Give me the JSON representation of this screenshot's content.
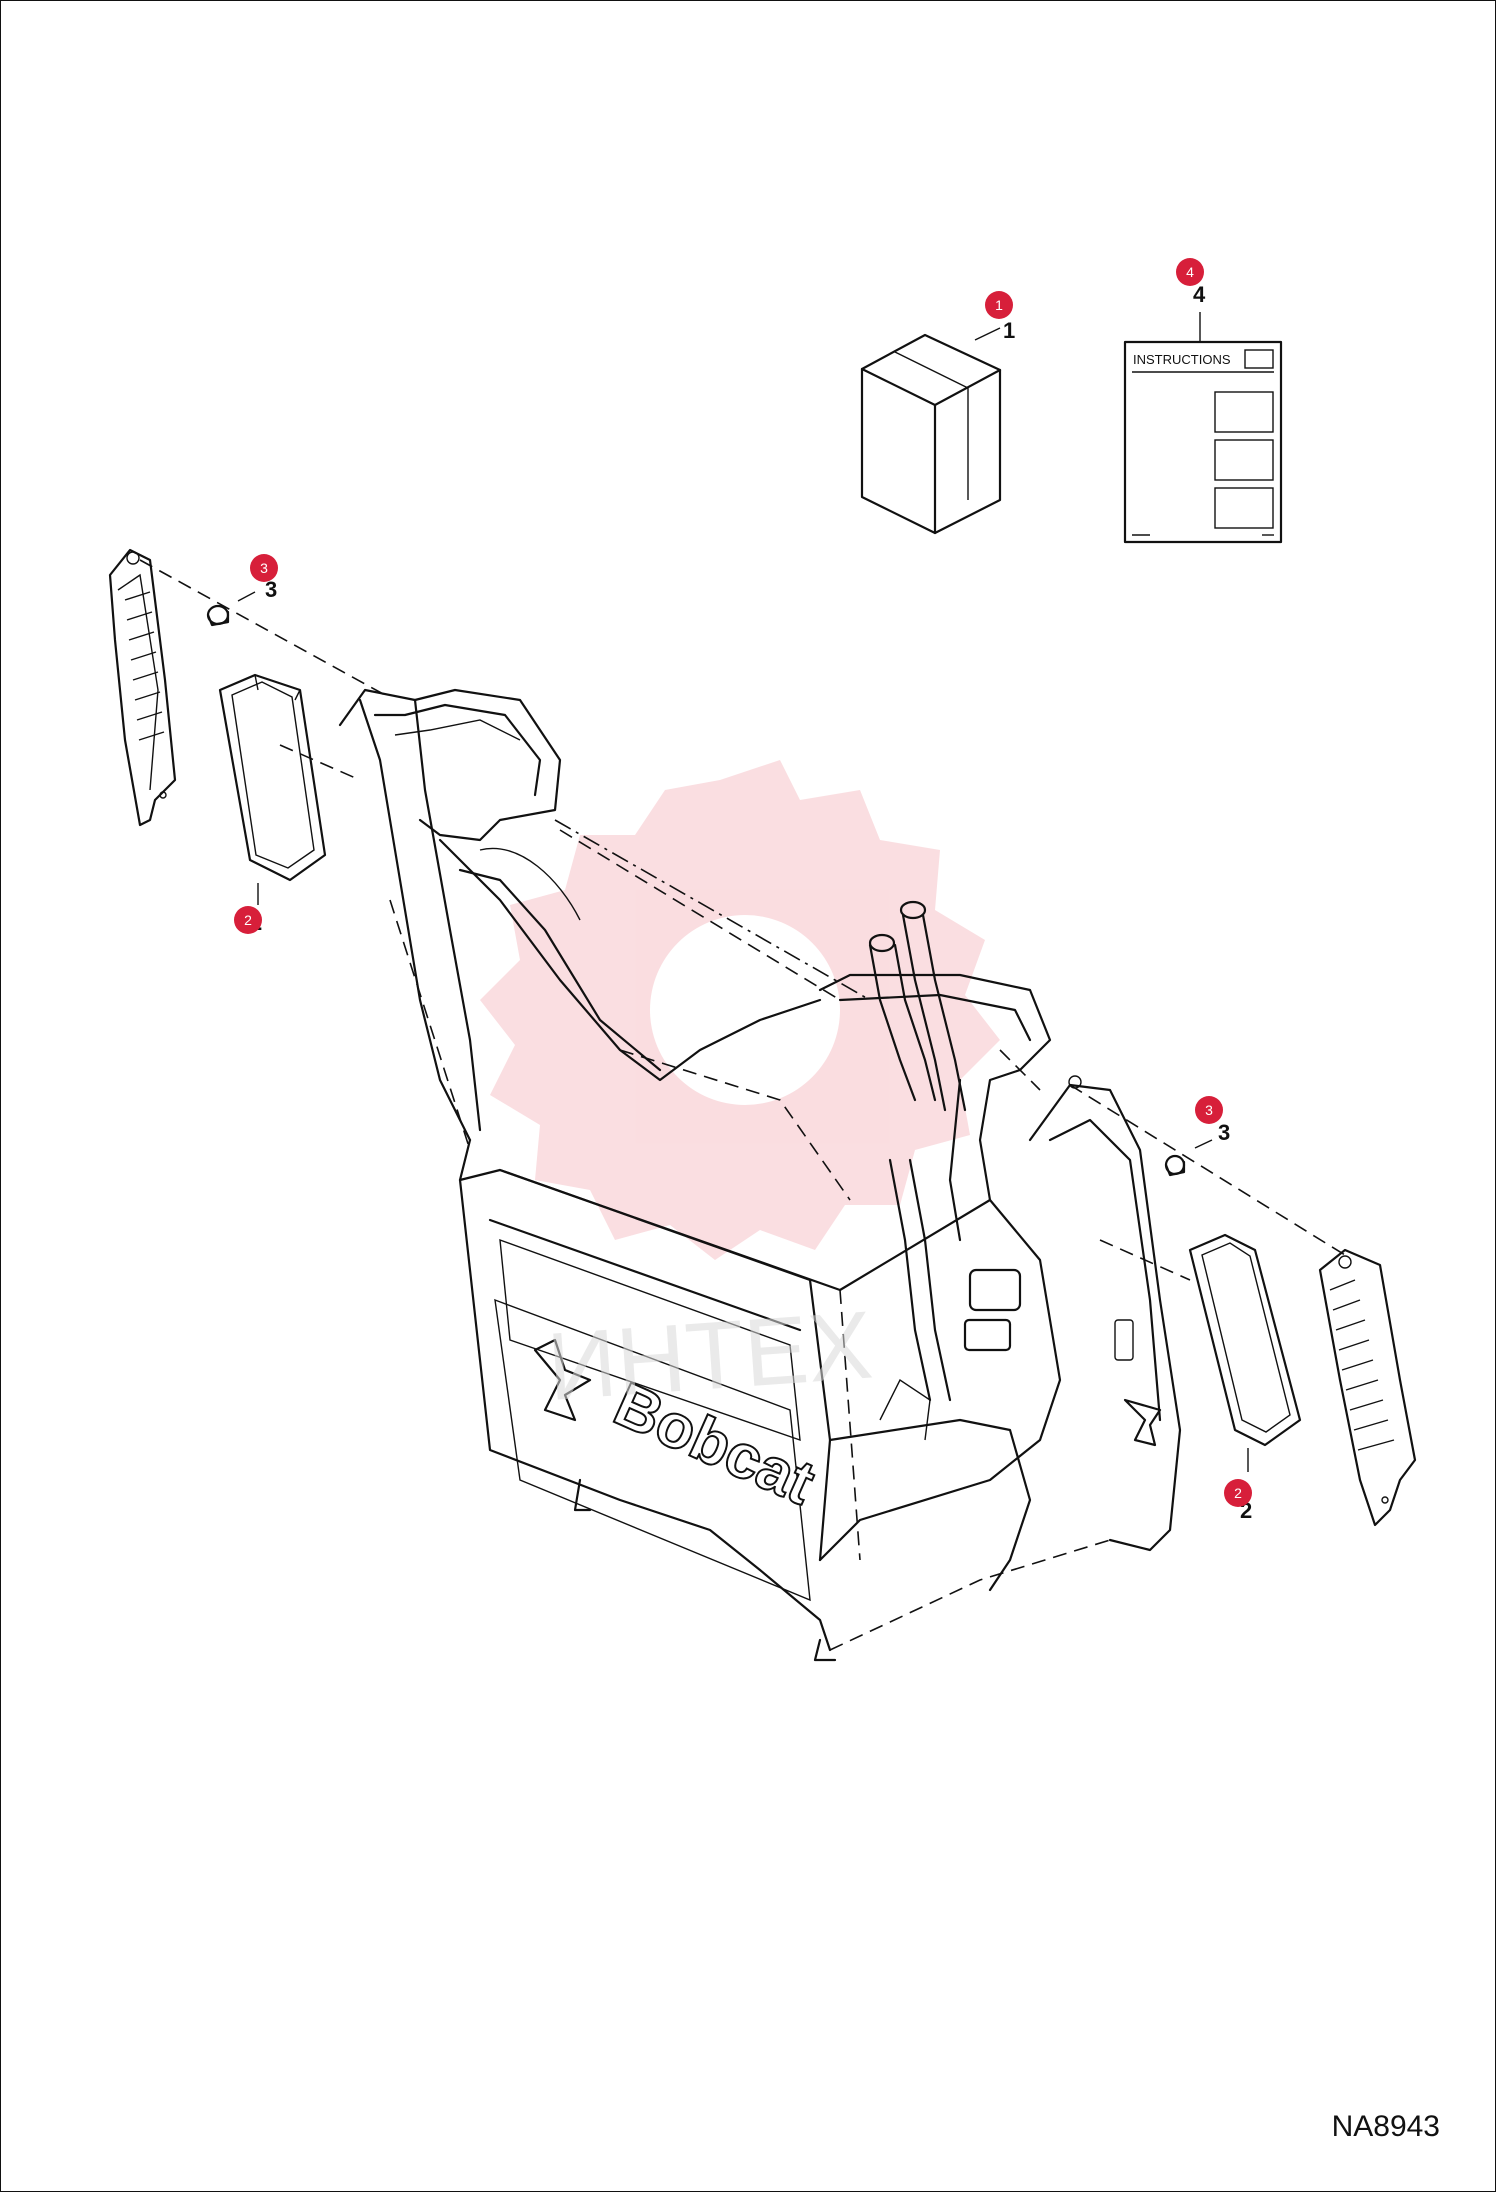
{
  "callouts": [
    {
      "number": "1",
      "color": "#d71f3a"
    },
    {
      "number": "2",
      "color": "#d71f3a"
    },
    {
      "number": "3",
      "color": "#d71f3a"
    },
    {
      "number": "4",
      "color": "#d71f3a"
    }
  ],
  "part_labels": {
    "kit": "1",
    "filter_left": "2",
    "filter_right": "2",
    "spacer_left": "3",
    "spacer_right": "3",
    "instructions_sheet": "4"
  },
  "instructions": {
    "heading": "INSTRUCTIONS"
  },
  "machine": {
    "brand": "Bobcat"
  },
  "watermark": {
    "text": "ИНТЕХ",
    "color": "#f2a0a8"
  },
  "figure": {
    "id": "NA8943"
  }
}
